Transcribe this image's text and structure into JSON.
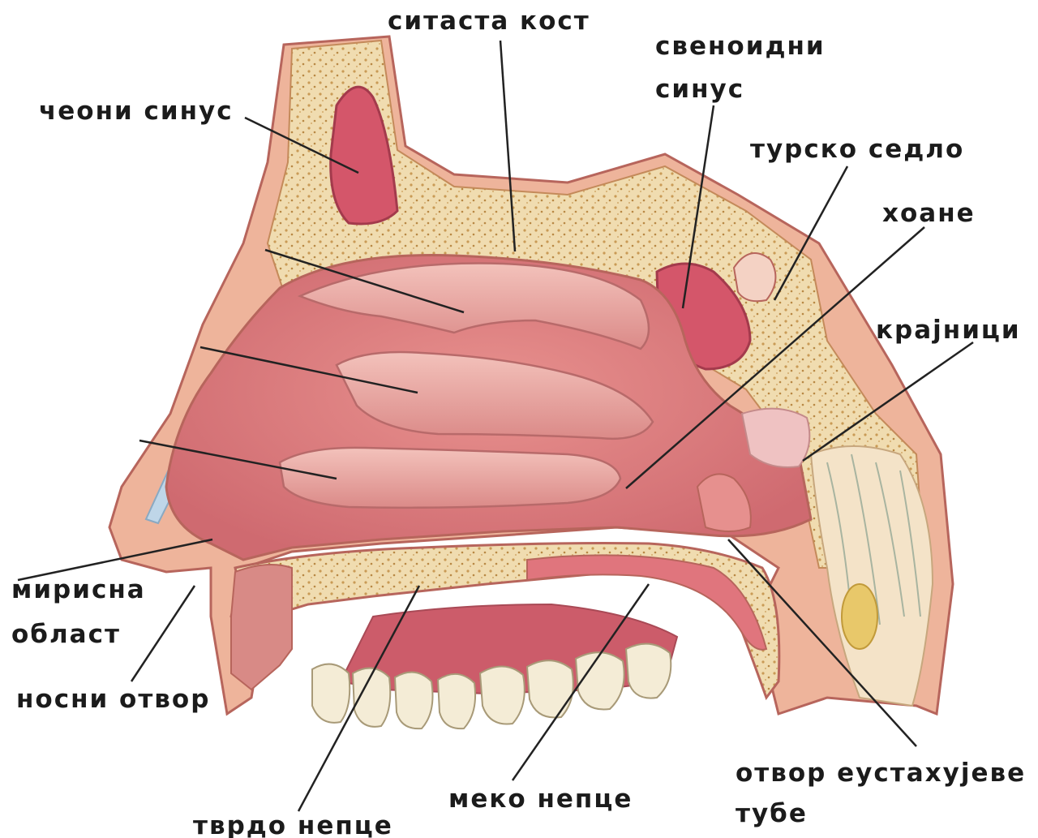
{
  "labels": {
    "ethmoid": "ситаста кост",
    "sphenoid_1": "свеноидни",
    "sphenoid_2": "синус",
    "frontal": "чеони синус",
    "sella": "турско седло",
    "choanae": "хоане",
    "tonsils": "крајници",
    "olfactory_1": "мирисна",
    "olfactory_2": "област",
    "nostril": "носни отвор",
    "eustachian_1": "отвор еустахујеве",
    "eustachian_2": "тубе",
    "soft_palate": "меко непце",
    "hard_palate": "тврдо непце"
  },
  "colors": {
    "skin": "#e8a28a",
    "mucosa": "#d9737a",
    "mucosa_light": "#efb3ad",
    "bone": "#f0dcb0",
    "bone_dots": "#c99a55",
    "sinus": "#cc4f62",
    "outline": "#b7655c"
  }
}
